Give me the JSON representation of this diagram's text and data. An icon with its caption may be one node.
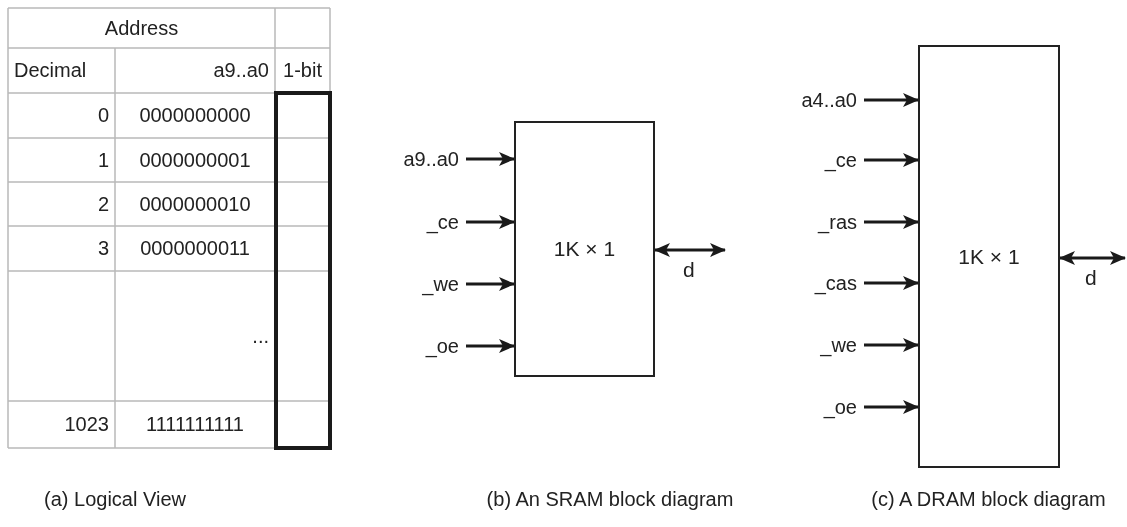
{
  "diagram": {
    "nodes": [
      {
        "text": [
          "a9..a0"
        ]
      },
      {
        "text": [
          "_ce"
        ]
      },
      {
        "text": [
          "_we"
        ]
      },
      {
        "text": [
          "_oe"
        ]
      },
      {
        "text": [
          "1K × 1"
        ]
      },
      {
        "text": [
          "a4..a0"
        ]
      },
      {
        "text": [
          "_ce"
        ]
      },
      {
        "text": [
          "_ras"
        ]
      },
      {
        "text": [
          "_cas"
        ]
      },
      {
        "text": [
          "_we"
        ]
      },
      {
        "text": [
          "_oe"
        ]
      },
      {
        "text": [
          "1K × 1"
        ]
      }
    ],
    "edges": [
      {
        "from": 0,
        "to": 4,
        "arrow": "to"
      },
      {
        "from": 1,
        "to": 4,
        "arrow": "to"
      },
      {
        "from": 2,
        "to": 4,
        "arrow": "to"
      },
      {
        "from": 3,
        "to": 4,
        "arrow": "to"
      },
      {
        "from": 4,
        "to": null,
        "arrow": "both",
        "label": "d"
      },
      {
        "from": 5,
        "to": 11,
        "arrow": "to"
      },
      {
        "from": 6,
        "to": 11,
        "arrow": "to"
      },
      {
        "from": 7,
        "to": 11,
        "arrow": "to"
      },
      {
        "from": 8,
        "to": 11,
        "arrow": "to"
      },
      {
        "from": 9,
        "to": 11,
        "arrow": "to"
      },
      {
        "from": 10,
        "to": 11,
        "arrow": "to"
      },
      {
        "from": 11,
        "to": null,
        "arrow": "both",
        "label": "d"
      }
    ],
    "labels": [
      "Address",
      "Decimal",
      "a9..a0",
      "1-bit",
      "0",
      "0000000000",
      "1",
      "0000000001",
      "2",
      "0000000010",
      "3",
      "0000000011",
      "...",
      "1023",
      "1111111111",
      "(a) Logical View",
      "(b) An SRAM block diagram",
      "(c) A DRAM block diagram"
    ]
  }
}
